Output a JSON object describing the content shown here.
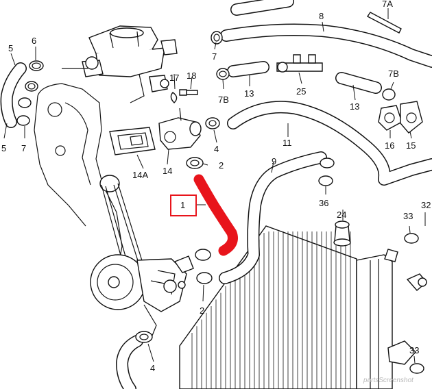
{
  "labels": {
    "p1": "1",
    "p2a": "2",
    "p2b": "2",
    "p4a": "4",
    "p4b": "4",
    "p5a": "5",
    "p5b": "5",
    "p6": "6",
    "p7a": "7",
    "p7b": "7",
    "p7A": "7A",
    "p7Ba": "7B",
    "p7Bb": "7B",
    "p8": "8",
    "p9": "9",
    "p11": "11",
    "p13a": "13",
    "p13b": "13",
    "p14": "14",
    "p14A": "14A",
    "p15": "15",
    "p16": "16",
    "p17": "17",
    "p18": "18",
    "p24": "24",
    "p25": "25",
    "p32": "32",
    "p33a": "33",
    "p33b": "33",
    "p36": "36"
  },
  "watermark": "partsScreenshot",
  "highlight": {
    "part": "1",
    "color": "#e8141b"
  }
}
